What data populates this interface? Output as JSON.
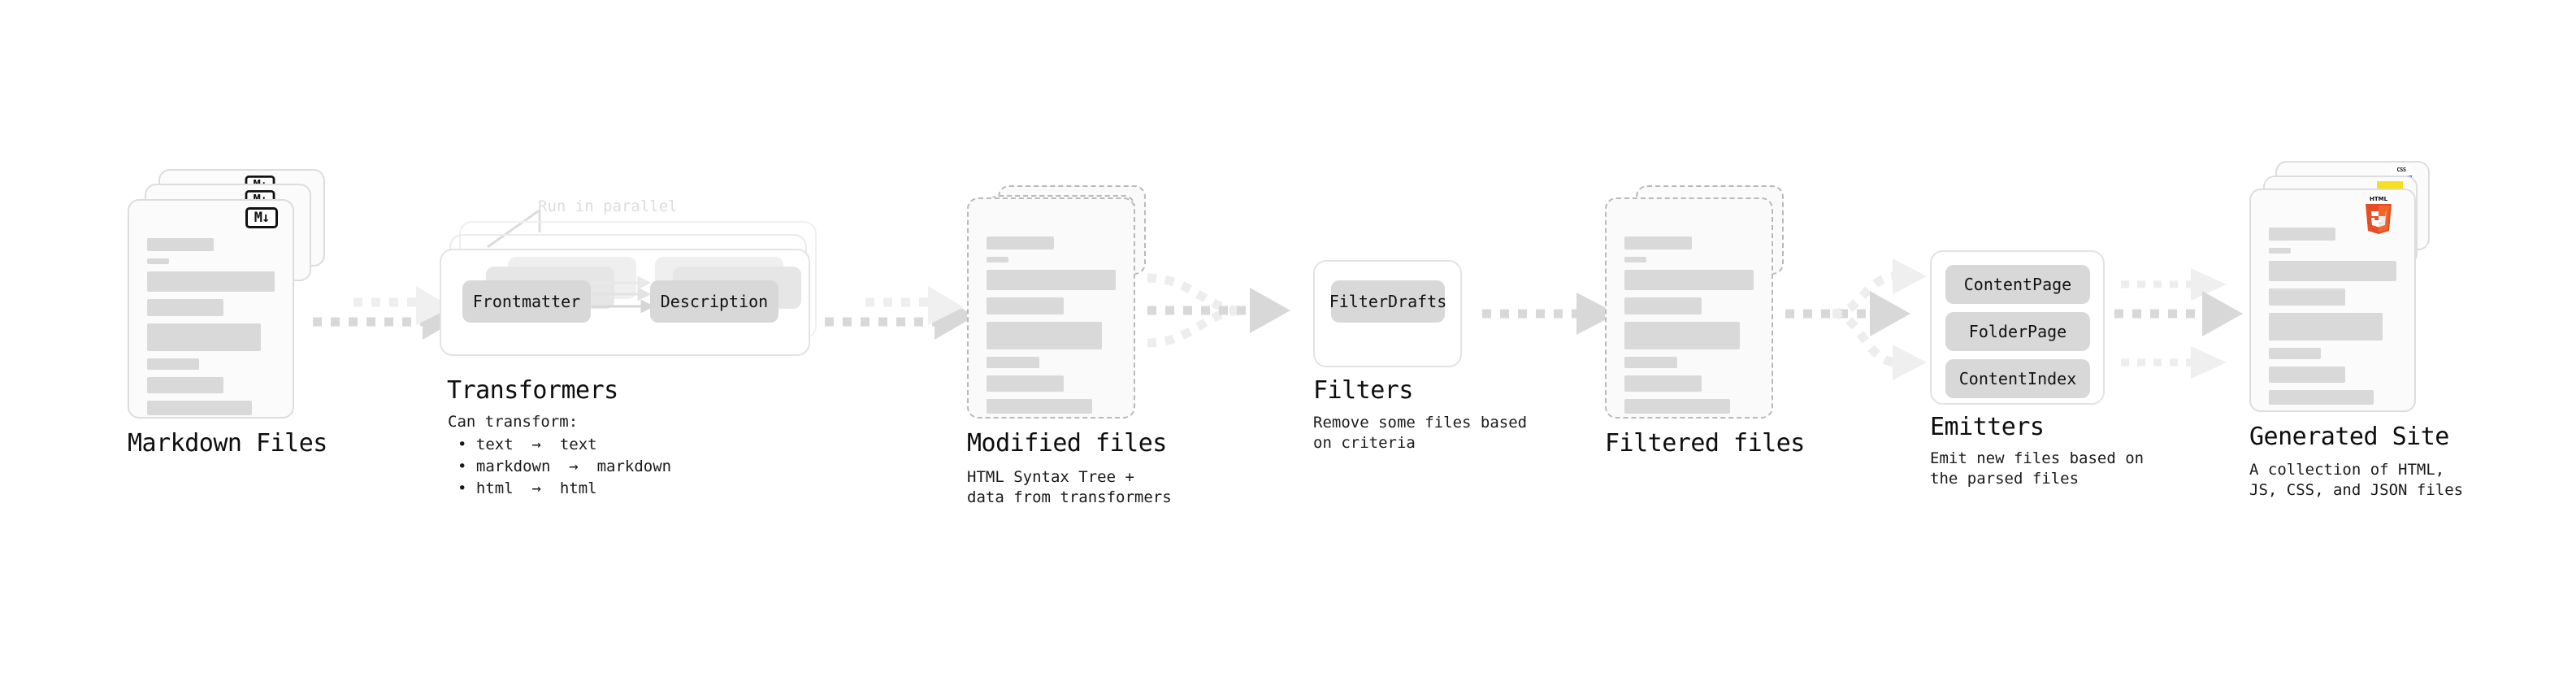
{
  "diagram": {
    "title_semantic": "static-site-generator-pipeline",
    "colors": {
      "ink": "#111111",
      "placeholder_bar": "#d9d9d9",
      "card_border": "#dddddd",
      "card_bg": "#fbfbfb",
      "dashed_border": "#b9b9b9",
      "arrow": "#d4d4d4",
      "chip_bg": "#d8d8d8",
      "ghost_text": "#dcdcdc",
      "html5_orange": "#e44d26",
      "html5_orange_light": "#f16529",
      "js_yellow": "#f7df1e",
      "css_blue": "#264de4"
    }
  },
  "stages": [
    {
      "key": "markdown_files",
      "title": "Markdown Files",
      "subtitle": "",
      "badge": "M↓",
      "badge_icon": "markdown-icon",
      "stack_count": 3,
      "card_style": "solid"
    },
    {
      "key": "transformers",
      "title": "Transformers",
      "subtitle": "Can transform:\n • text → text\n • markdown → markdown\n • html → html",
      "note": "Run in parallel",
      "chips": [
        "Frontmatter",
        "Description"
      ],
      "stack_count": 3,
      "card_style": "group"
    },
    {
      "key": "modified_files",
      "title": "Modified files",
      "subtitle": "HTML Syntax Tree +\ndata from transformers",
      "stack_count": 2,
      "card_style": "dashed"
    },
    {
      "key": "filters",
      "title": "Filters",
      "subtitle": "Remove some files based\non criteria",
      "chips": [
        "FilterDrafts"
      ],
      "card_style": "group"
    },
    {
      "key": "filtered_files",
      "title": "Filtered files",
      "subtitle": "",
      "stack_count": 2,
      "card_style": "dashed"
    },
    {
      "key": "emitters",
      "title": "Emitters",
      "subtitle": "Emit new files based on\nthe parsed files",
      "chips": [
        "ContentPage",
        "FolderPage",
        "ContentIndex"
      ],
      "card_style": "group"
    },
    {
      "key": "generated_site",
      "title": "Generated Site",
      "subtitle": "A collection of HTML,\nJS, CSS, and JSON files",
      "badges": [
        "CSS3",
        "JS",
        "HTML5"
      ],
      "badge_icon": "html5-icon",
      "stack_count": 3,
      "card_style": "solid"
    }
  ],
  "labels": {
    "markdown_files_title": "Markdown Files",
    "transformers_title": "Transformers",
    "transformers_sub_head": "Can transform:",
    "transformers_bullets": [
      "• text  →  text",
      "• markdown  →  markdown",
      "• html  →  html"
    ],
    "run_in_parallel": "Run in parallel",
    "chip_frontmatter": "Frontmatter",
    "chip_description": "Description",
    "modified_files_title": "Modified files",
    "modified_files_sub_l1": "HTML Syntax Tree +",
    "modified_files_sub_l2": "data from transformers",
    "filters_title": "Filters",
    "filters_sub_l1": "Remove some files based",
    "filters_sub_l2": "on criteria",
    "chip_filterdrafts": "FilterDrafts",
    "filtered_files_title": "Filtered files",
    "emitters_title": "Emitters",
    "emitters_sub_l1": "Emit new files based on",
    "emitters_sub_l2": "the parsed files",
    "chip_contentpage": "ContentPage",
    "chip_folderpage": "FolderPage",
    "chip_contentindex": "ContentIndex",
    "generated_site_title": "Generated Site",
    "generated_site_sub_l1": "A collection of HTML,",
    "generated_site_sub_l2": "JS, CSS, and JSON files",
    "md_badge_text": "M↓",
    "css_badge_text": "CSS",
    "html5_badge_text": "HTML"
  }
}
